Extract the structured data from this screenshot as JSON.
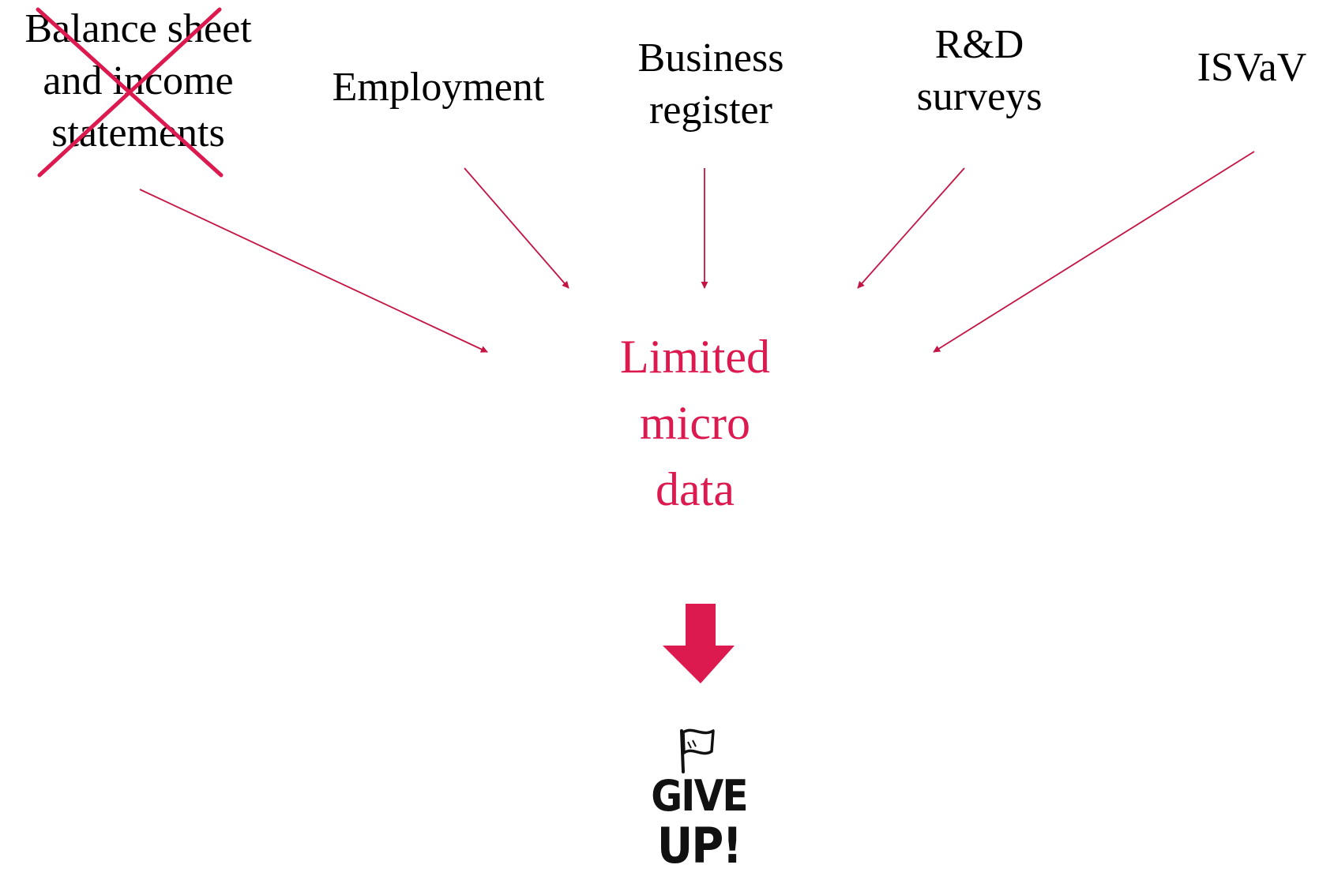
{
  "sources": {
    "balance_sheet": {
      "lines": [
        "Balance sheet",
        "and income",
        "statements"
      ],
      "status": "crossed-out"
    },
    "employment": {
      "lines": [
        "Employment"
      ]
    },
    "business_register": {
      "lines": [
        "Business",
        "register"
      ]
    },
    "rd_surveys": {
      "lines": [
        "R&D",
        "surveys"
      ]
    },
    "isvav": {
      "lines": [
        "ISVaV"
      ]
    }
  },
  "target": {
    "lines": [
      "Limited",
      "micro",
      "data"
    ]
  },
  "result_icon": {
    "name": "give-up-icon",
    "text_line1": "GIVE",
    "text_line2": "UP!"
  },
  "colors": {
    "accent": "#dc1a4f",
    "text": "#000000",
    "background": "#ffffff"
  }
}
